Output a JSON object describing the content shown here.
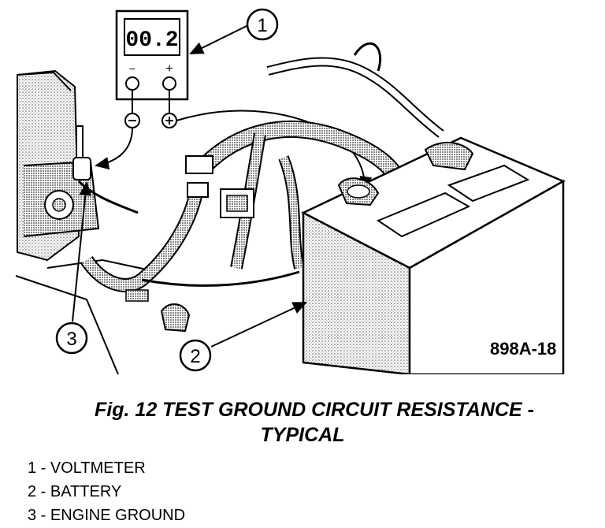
{
  "meter_display": "00.2",
  "meter_minus": "−",
  "meter_plus": "+",
  "callouts": [
    "1",
    "2",
    "3"
  ],
  "figure_code": "898A-18",
  "caption": {
    "line1": "Fig. 12 TEST GROUND CIRCUIT RESISTANCE -",
    "line2": "TYPICAL"
  },
  "legend": [
    "1 - VOLTMETER",
    "2 - BATTERY",
    "3 - ENGINE GROUND"
  ]
}
